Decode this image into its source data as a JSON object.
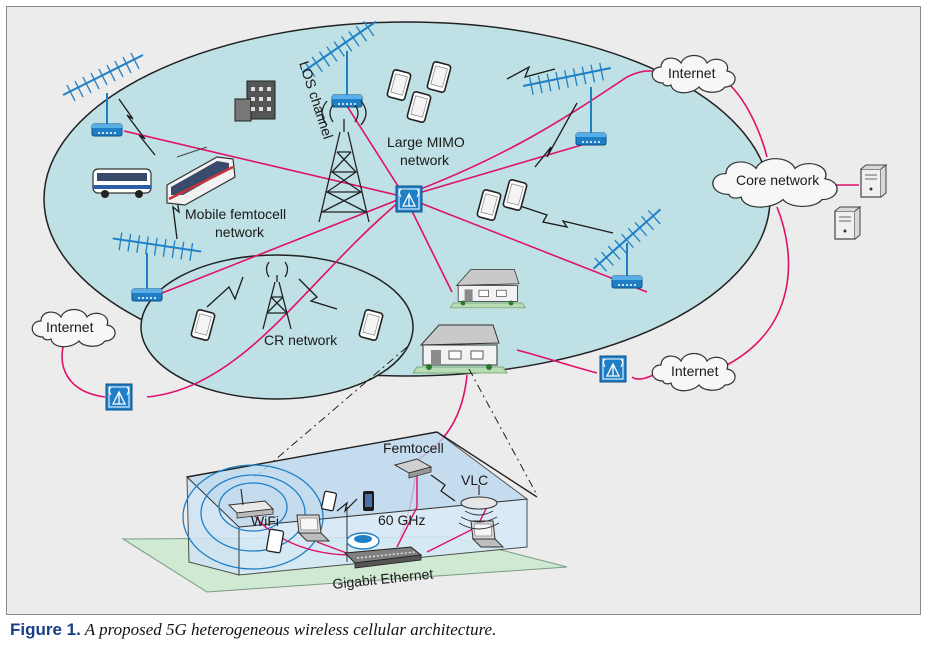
{
  "labels": {
    "los_channel": "LOS channel",
    "large_mimo_network": [
      "Large MIMO",
      "network"
    ],
    "mobile_femtocell_network": [
      "Mobile femtocell",
      "network"
    ],
    "cr_network": "CR network",
    "core_network": "Core network",
    "internet": "Internet",
    "femtocell": "Femtocell",
    "vlc": "VLC",
    "wifi": "WiFi",
    "ghz60": "60 GHz",
    "gigabit_ethernet": "Gigabit Ethernet"
  },
  "caption": {
    "figure": "Figure 1.",
    "text": " A proposed 5G heterogeneous wireless cellular architecture."
  },
  "colors": {
    "cell_fill": "#bfe0e4",
    "link": "#e0106a",
    "device": "#1e7fc6",
    "floor": "#cfe9d3",
    "house_wall": "#cfe4f5",
    "cloud": "#f7f7f7"
  },
  "icons": [
    "antenna-array-icon",
    "relay-station-icon",
    "base-station-icon",
    "cell-tower-icon",
    "tablet-icon",
    "bus-icon",
    "train-icon",
    "building-icon",
    "house-icon",
    "server-icon",
    "cloud-icon",
    "router-icon",
    "laptop-icon",
    "phone-icon",
    "lamp-icon",
    "switch-icon"
  ]
}
